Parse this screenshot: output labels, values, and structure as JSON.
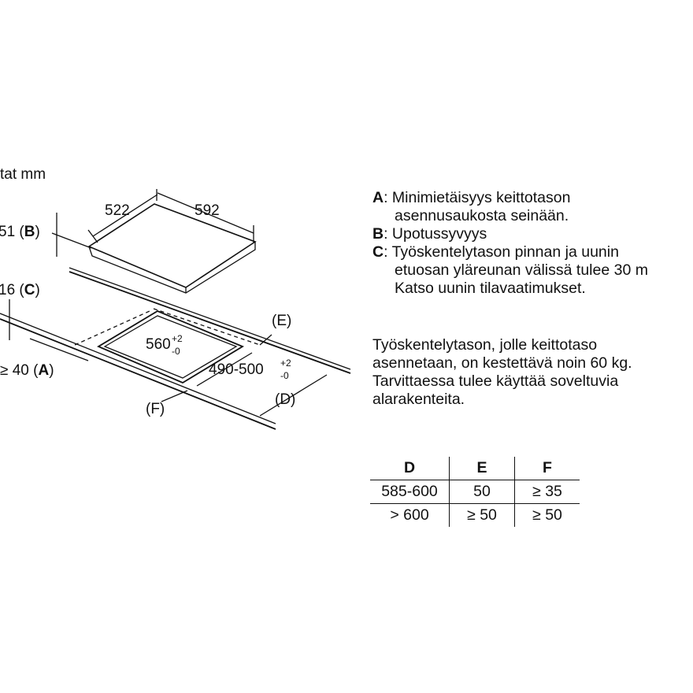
{
  "units_caption": "tat mm",
  "diagram": {
    "hob_width": "522",
    "hob_depth": "592",
    "b_value": "51",
    "b_letter": "B",
    "c_value": "16",
    "c_letter": "C",
    "a_value": "≥ 40",
    "a_letter": "A",
    "cutout_width": "560",
    "cutout_width_tol_plus": "+2",
    "cutout_width_tol_minus": "-0",
    "cutout_depth": "490-500",
    "cutout_depth_tol_plus": "+2",
    "cutout_depth_tol_minus": "-0",
    "e_label": "(E)",
    "d_label": "(D)",
    "f_label": "(F)"
  },
  "legend": [
    {
      "key": "A",
      "text": ": Minimietäisyys keittotason",
      "cont": "asennusaukosta seinään."
    },
    {
      "key": "B",
      "text": ": Upotussyvyys",
      "cont": ""
    },
    {
      "key": "C",
      "text": ": Työskentelytason pinnan ja uunin",
      "cont": "etuosan yläreunan välissä tulee 30 m"
    },
    {
      "key": "",
      "text": "",
      "cont": "Katso uunin tilavaatimukset."
    }
  ],
  "note": [
    "Työskentelytason, jolle keittotaso",
    "asennetaan, on kestettävä noin 60 kg.",
    "Tarvittaessa tulee käyttää soveltuvia",
    "alarakenteita."
  ],
  "table": {
    "headers": [
      "D",
      "E",
      "F"
    ],
    "rows": [
      [
        "585-600",
        "50",
        "≥ 35"
      ],
      [
        "> 600",
        "≥ 50",
        "≥ 50"
      ]
    ]
  }
}
